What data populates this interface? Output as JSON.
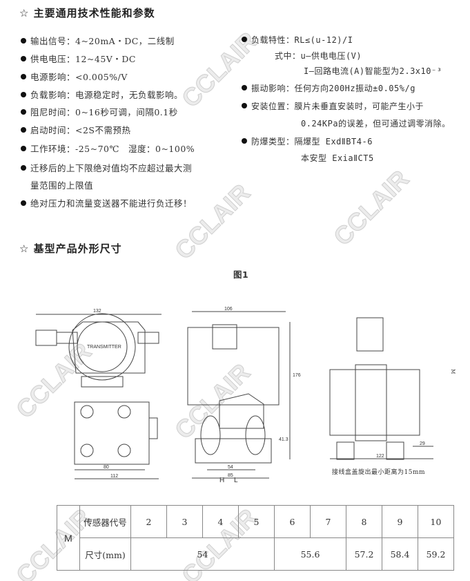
{
  "section1": {
    "title": "☆ 主要通用技术性能和参数"
  },
  "left_specs": [
    "输出信号：4~20mA・DC，二线制",
    "供电电压：12~45V・DC",
    "电源影响：<0.005%/V",
    "负载影响：电源稳定时，无负载影响。",
    "阻尼时间：0~16秒可调，间隔0.1秒",
    "启动时间：<2S不需预热",
    "工作环境：-25~70℃　湿度：0~100%",
    "迁移后的上下限绝对值均不应超过最大测",
    "量范围的上限值",
    "绝对压力和流量变送器不能进行负迁移！"
  ],
  "right_specs": [
    "负载特性：RL≤(u-12)/I",
    "式中：u—供电电压(V)",
    "I—回路电流(A)智能型为2.3x10⁻³",
    "振动影响：任何方向200Hz振动±0.05%/g",
    "安装位置：膜片未垂直安装时，可能产生小于",
    "0.24KPa的误差，但可通过调零消除。",
    "防爆类型：隔爆型 ExdⅡBT4-6",
    "本安型 ExiaⅡCT5"
  ],
  "section2": {
    "title": "☆ 基型产品外形尺寸",
    "figure_label": "图1"
  },
  "drawing": {
    "front": {
      "dims": [
        "132",
        "80",
        "112"
      ],
      "label": "TRANSMITTER"
    },
    "side": {
      "dims": [
        "106",
        "176",
        "41.3",
        "54",
        "85"
      ],
      "ports": [
        "H",
        "L"
      ]
    },
    "back": {
      "dims": [
        "122",
        "29",
        "M"
      ],
      "note": "接线盒盖旋出最小距离为15mm"
    }
  },
  "table": {
    "row_label": "M",
    "header_label": "传感器代号",
    "codes": [
      "2",
      "3",
      "4",
      "5",
      "6",
      "7",
      "8",
      "9",
      "10"
    ],
    "size_label": "尺寸(mm)",
    "sizes": [
      "54",
      "55.6",
      "57.2",
      "58.4",
      "59.2"
    ]
  },
  "watermark": "CCLAIR"
}
